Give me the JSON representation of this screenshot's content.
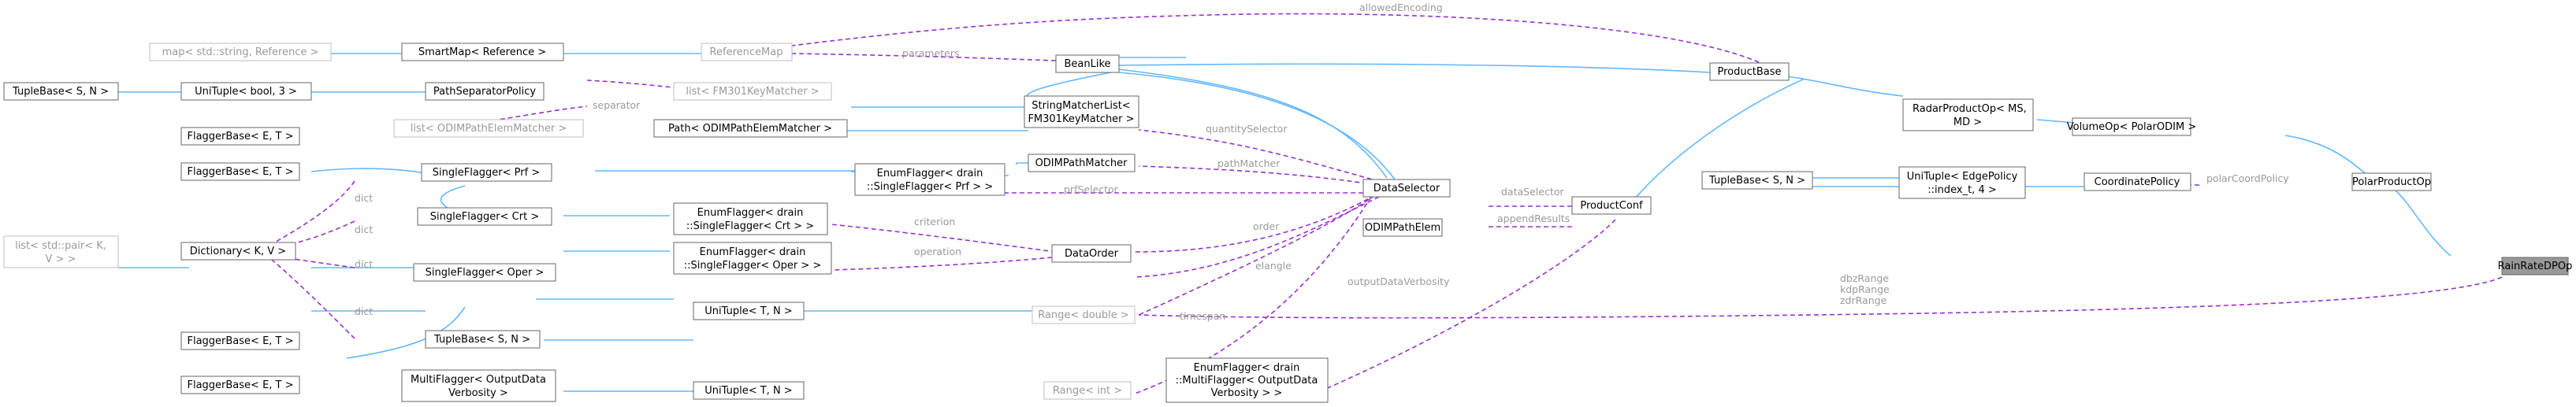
{
  "nodes": {
    "rainrate": "RainRateDPOp",
    "polarproductop": "PolarProductOp",
    "volumeop": "VolumeOp< PolarODIM >",
    "radarproductop": [
      "RadarProductOp< MS,",
      "MD >"
    ],
    "productbase": "ProductBase",
    "coordinatepolicy": "CoordinatePolicy",
    "unituple_edge": [
      "UniTuple< EdgePolicy",
      "::index_t, 4 >"
    ],
    "tuplebase_right": "TupleBase< S, N >",
    "productconf": "ProductConf",
    "odimpathelem": "ODIMPathElem",
    "dataselector": "DataSelector",
    "beanlike": "BeanLike",
    "referencemap": "ReferenceMap",
    "smartmap": "SmartMap< Reference >",
    "map_string": "map< std::string, Reference >",
    "pathseparatorpolicy": "PathSeparatorPolicy",
    "unituple_bool": "UniTuple< bool, 3 >",
    "tuplebase_top": "TupleBase< S, N >",
    "list_fm301": "list< FM301KeyMatcher >",
    "stringmatcherlist": [
      "StringMatcherList<",
      "FM301KeyMatcher >"
    ],
    "list_odimpath": "list< ODIMPathElemMatcher >",
    "path_odim": "Path< ODIMPathElemMatcher >",
    "odimpathmatcher": "ODIMPathMatcher",
    "enumflagger_prf": [
      "EnumFlagger< drain",
      "::SingleFlagger< Prf > >"
    ],
    "enumflagger_crt": [
      "EnumFlagger< drain",
      "::SingleFlagger< Crt > >"
    ],
    "enumflagger_oper": [
      "EnumFlagger< drain",
      "::SingleFlagger< Oper > >"
    ],
    "dataorder": "DataOrder",
    "range_double": "Range< double >",
    "range_int": "Range< int >",
    "unituple_tn_1": "UniTuple< T, N >",
    "unituple_tn_2": "UniTuple< T, N >",
    "tuplebase_mid": "TupleBase< S, N >",
    "enumflagger_multi": [
      "EnumFlagger< drain",
      "::MultiFlagger< OutputData",
      "Verbosity > >"
    ],
    "multiflagger": [
      "MultiFlagger< OutputData",
      "Verbosity >"
    ],
    "singleflagger_prf": "SingleFlagger< Prf >",
    "singleflagger_crt": "SingleFlagger< Crt >",
    "singleflagger_oper": "SingleFlagger< Oper >",
    "flaggerbase_1": "FlaggerBase< E, T >",
    "flaggerbase_2": "FlaggerBase< E, T >",
    "flaggerbase_3": "FlaggerBase< E, T >",
    "flaggerbase_4": "FlaggerBase< E, T >",
    "dictionary": "Dictionary< K, V >",
    "list_pair": [
      "list< std::pair< K,",
      "V > >"
    ]
  },
  "edge_labels": {
    "allowedEncoding": "allowedEncoding",
    "parameters": "parameters",
    "separator": "separator",
    "quantitySelector": "quantitySelector",
    "pathMatcher": "pathMatcher",
    "prfSelector": "prfSelector",
    "dataSelector": "dataSelector",
    "appendResults": "appendResults",
    "order": "order",
    "criterion": "criterion",
    "operation": "operation",
    "elangle": "elangle",
    "timespan": "timespan",
    "outputDataVerbosity": "outputDataVerbosity",
    "polarCoordPolicy": "polarCoordPolicy",
    "ranges": [
      "dbzRange",
      "kdpRange",
      "zdrRange"
    ],
    "dict_1": "dict",
    "dict_2": "dict",
    "dict_3": "dict",
    "dict_4": "dict"
  },
  "colors": {
    "inheritance_edge": "#63b8ff",
    "usage_edge": "#9a32cd",
    "focus_node_fill": "#999999"
  }
}
